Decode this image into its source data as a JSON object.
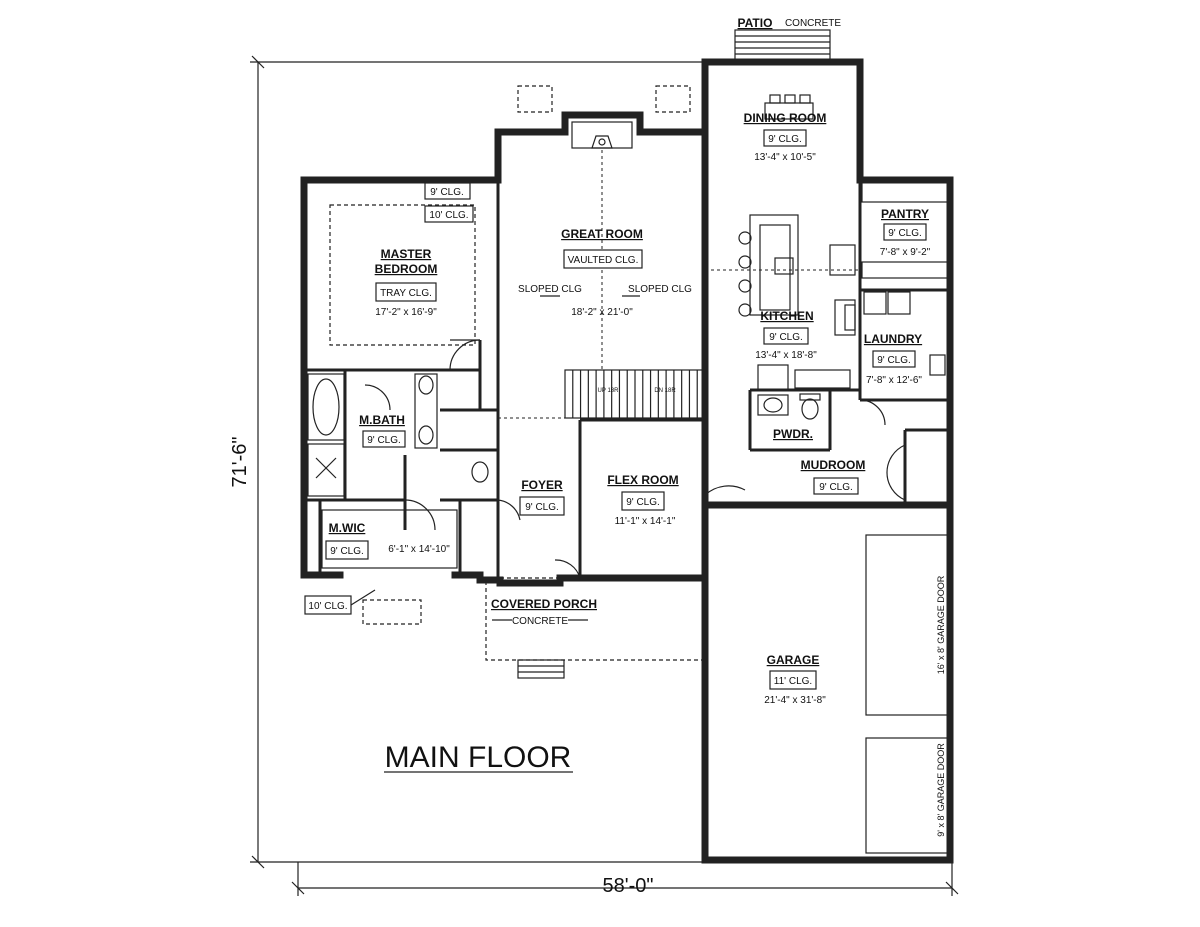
{
  "title": "MAIN FLOOR",
  "overall": {
    "width": "58'-0\"",
    "depth": "71'-6\""
  },
  "patio": {
    "label": "PATIO",
    "note": "CONCRETE"
  },
  "porch": {
    "label": "COVERED PORCH",
    "note": "CONCRETE"
  },
  "rooms": {
    "dining": {
      "name": "DINING ROOM",
      "ceiling": "9' CLG.",
      "size": "13'-4\" x 10'-5\""
    },
    "pantry": {
      "name": "PANTRY",
      "ceiling": "9' CLG.",
      "size": "7'-8\" x 9'-2\""
    },
    "great": {
      "name": "GREAT ROOM",
      "ceiling": "VAULTED CLG.",
      "size": "18'-2\" x 21'-0\"",
      "sloped": "SLOPED CLG"
    },
    "master": {
      "name1": "MASTER",
      "name2": "BEDROOM",
      "ceiling": "TRAY CLG.",
      "size": "17'-2\" x 16'-9\"",
      "clg_a": "9' CLG.",
      "clg_b": "10' CLG."
    },
    "kitchen": {
      "name": "KITCHEN",
      "ceiling": "9' CLG.",
      "size": "13'-4\" x 18'-8\""
    },
    "laundry": {
      "name": "LAUNDRY",
      "ceiling": "9' CLG.",
      "size": "7'-8\" x 12'-6\""
    },
    "mbath": {
      "name": "M.BATH",
      "ceiling": "9' CLG."
    },
    "pwdr": {
      "name": "PWDR."
    },
    "mudroom": {
      "name": "MUDROOM",
      "ceiling": "9' CLG."
    },
    "foyer": {
      "name": "FOYER",
      "ceiling": "9' CLG."
    },
    "flex": {
      "name": "FLEX ROOM",
      "ceiling": "9' CLG.",
      "size": "11'-1\" x 14'-1\""
    },
    "mwic": {
      "name": "M.WIC",
      "ceiling": "9' CLG.",
      "size": "6'-1\" x 14'-10\""
    },
    "garage": {
      "name": "GARAGE",
      "ceiling": "11' CLG.",
      "size": "21'-4\" x 31'-8\""
    },
    "front": {
      "ceiling": "10' CLG."
    }
  },
  "stairs": {
    "up": "UP 18R",
    "dn": "DN 18R"
  },
  "garage_doors": {
    "door1": "16' x 8' GARAGE DOOR",
    "door2": "9' x 8' GARAGE DOOR"
  }
}
